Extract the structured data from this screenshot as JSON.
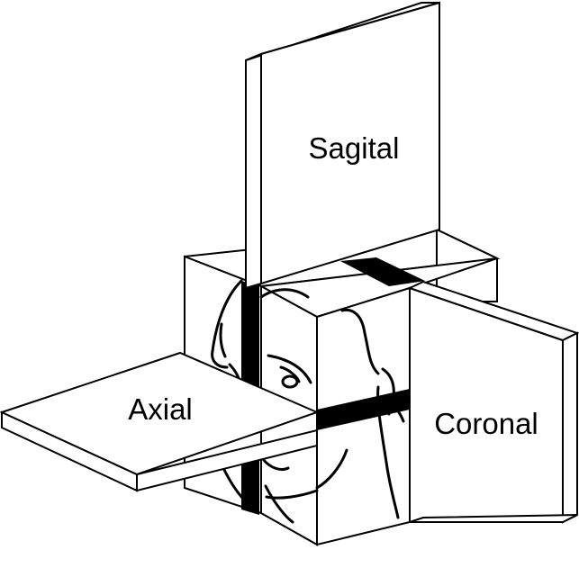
{
  "planes": {
    "sagittal": "Sagital",
    "axial": "Axial",
    "coronal": "Coronal"
  },
  "colors": {
    "ink": "#000000",
    "paper": "#ffffff"
  }
}
